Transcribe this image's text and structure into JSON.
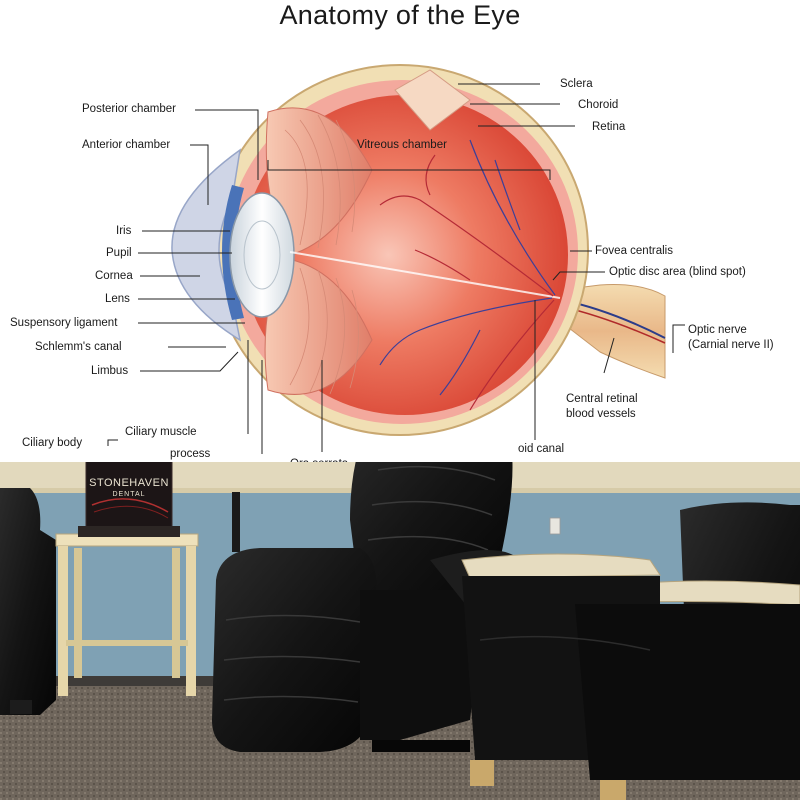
{
  "title": "Anatomy of the Eye",
  "labels": {
    "sclera": "Sclera",
    "choroid": "Choroid",
    "retina": "Retina",
    "posterior_chamber": "Posterior chamber",
    "anterior_chamber": "Anterior chamber",
    "vitreous_chamber": "Vitreous chamber",
    "iris": "Iris",
    "pupil": "Pupil",
    "cornea": "Cornea",
    "lens": "Lens",
    "suspensory_ligament": "Suspensory ligament",
    "schlemms_canal": "Schlemm's canal",
    "limbus": "Limbus",
    "fovea_centralis": "Fovea centralis",
    "optic_disc": "Optic disc area (blind spot)",
    "optic_nerve_1": "Optic nerve",
    "optic_nerve_2": "(Carnial nerve II)",
    "central_retinal_1": "Central retinal",
    "central_retinal_2": "blood vessels",
    "ciliary_muscle": "Ciliary muscle",
    "ciliary_body": "Ciliary body",
    "ciliary_process_partial": "process",
    "ora_serrata_partial": "Ora serrata",
    "hyaloid_canal_partial": "oid canal"
  },
  "book": {
    "line1": "STONEHAVEN",
    "line2": "DENTAL"
  },
  "colors": {
    "wall_blue": "#7fa1b4",
    "trim_cream": "#e6dcc0",
    "leather_black": "#161616",
    "eye_red": "#e4543f",
    "sclera_cream": "#f1dfb4"
  }
}
